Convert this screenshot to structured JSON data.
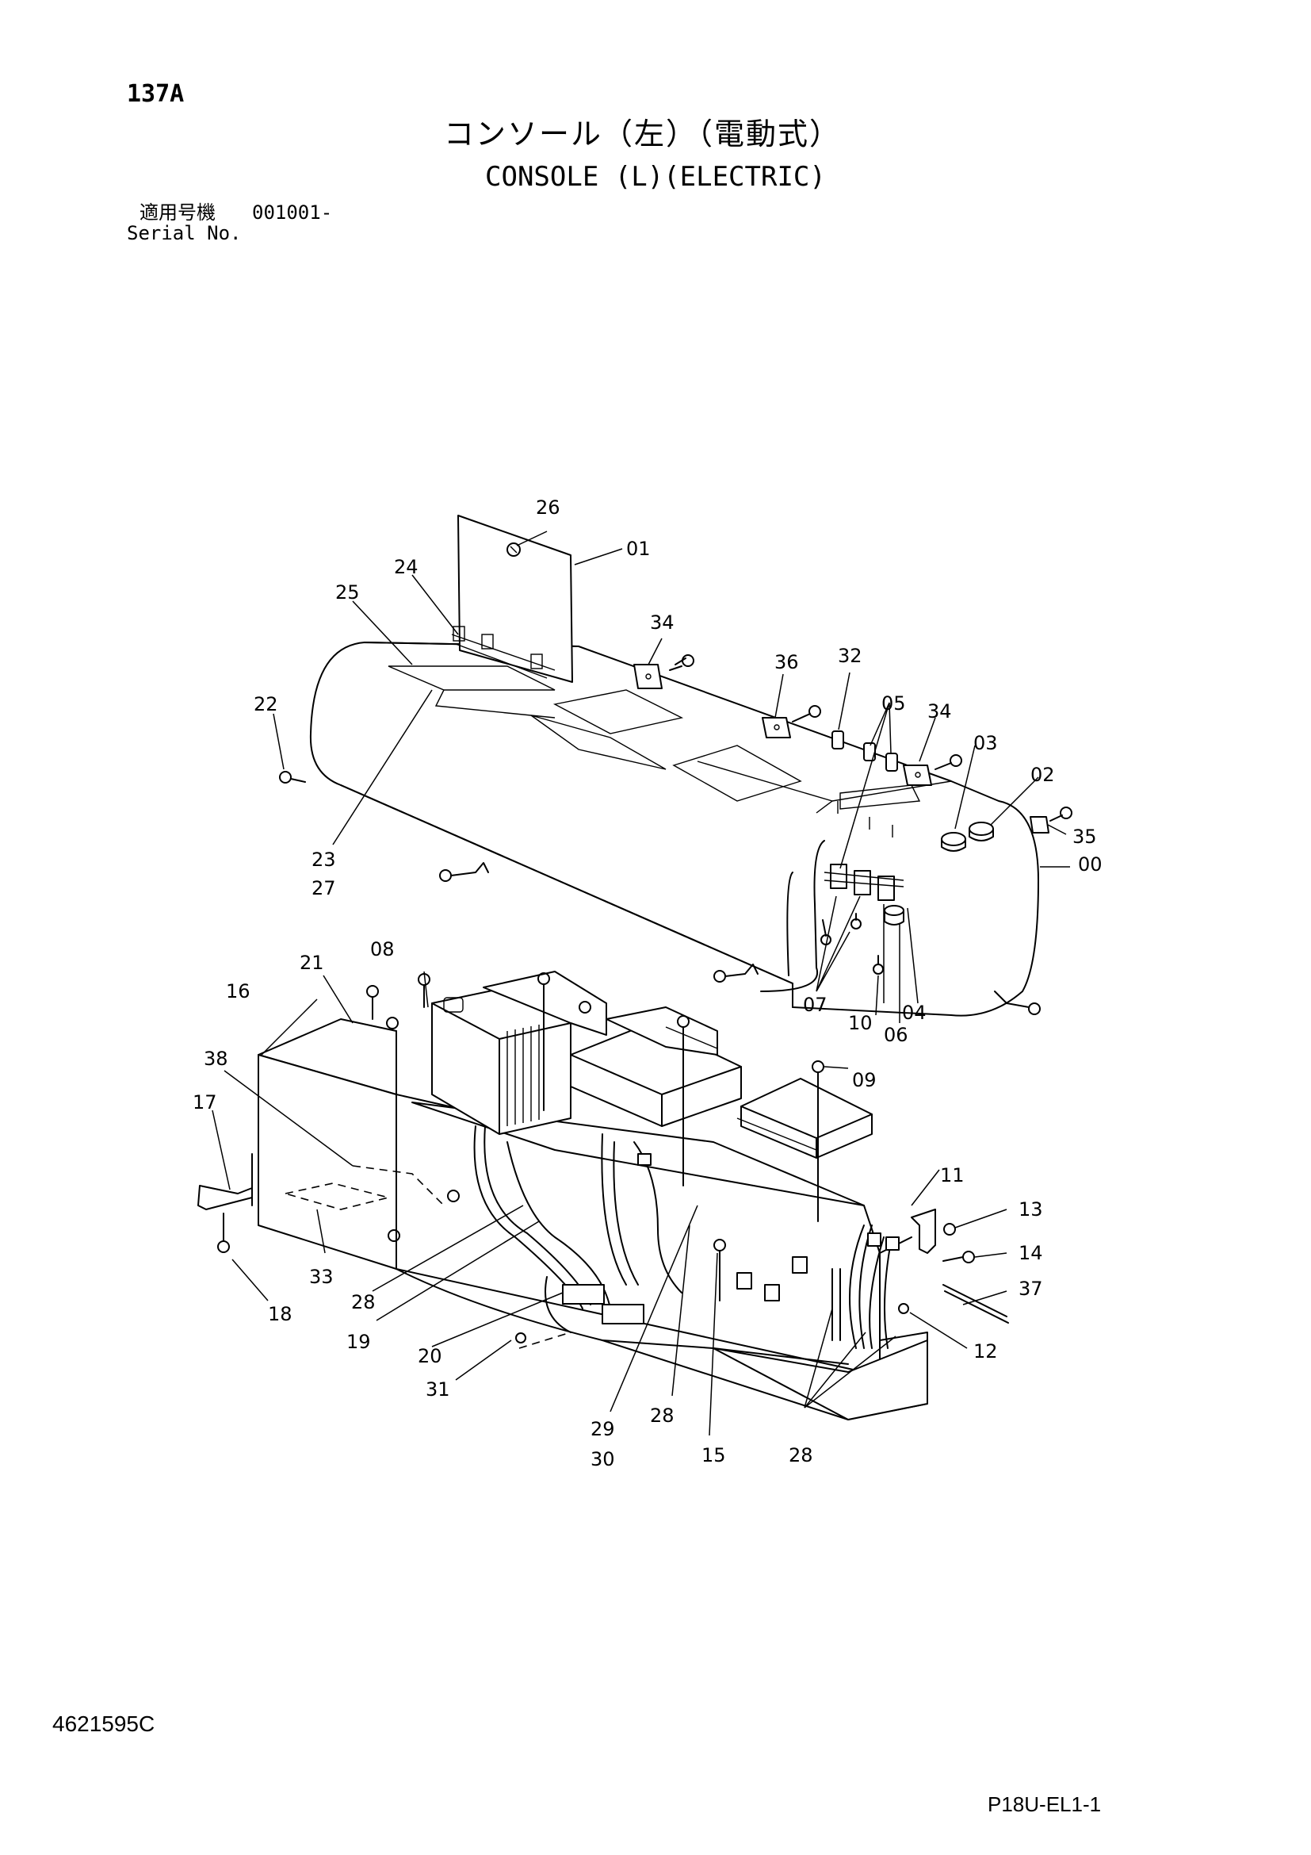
{
  "header": {
    "page_code": "137A",
    "title_ja": "コンソール（左）（電動式）",
    "title_en": "CONSOLE (L)(ELECTRIC)",
    "serial_label_ja": "適用号機",
    "serial_value": "001001-",
    "serial_label_en": "Serial No."
  },
  "callouts": {
    "c00": "00",
    "c01": "01",
    "c02": "02",
    "c03": "03",
    "c04": "04",
    "c05": "05",
    "c06": "06",
    "c07": "07",
    "c08": "08",
    "c09": "09",
    "c10": "10",
    "c11": "11",
    "c12": "12",
    "c13": "13",
    "c14": "14",
    "c15": "15",
    "c16": "16",
    "c17": "17",
    "c18": "18",
    "c19": "19",
    "c20": "20",
    "c21": "21",
    "c22": "22",
    "c23": "23",
    "c24": "24",
    "c25": "25",
    "c26": "26",
    "c27": "27",
    "c28a": "28",
    "c28b": "28",
    "c28c": "28",
    "c29": "29",
    "c30": "30",
    "c31": "31",
    "c32": "32",
    "c33": "33",
    "c34a": "34",
    "c34b": "34",
    "c35": "35",
    "c36": "36",
    "c37": "37",
    "c38": "38"
  },
  "footer": {
    "doc_number": "4621595C",
    "page_ref": "P18U-EL1-1"
  }
}
